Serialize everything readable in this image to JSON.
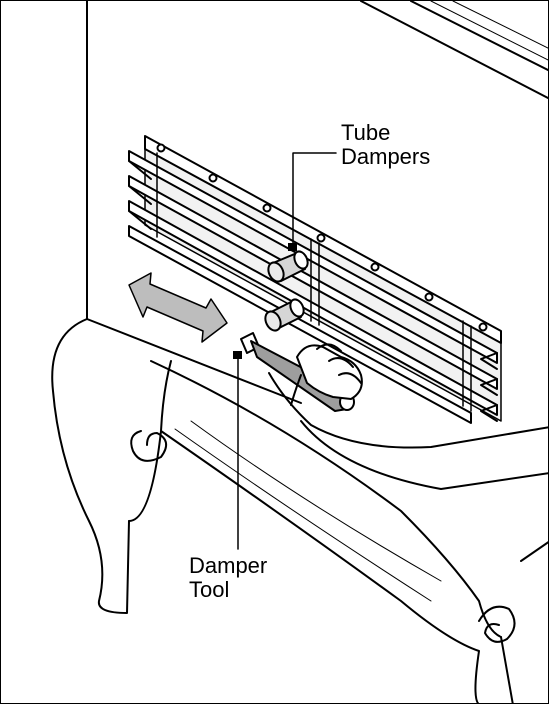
{
  "labels": {
    "tube_dampers": [
      "Tube",
      "Dampers"
    ],
    "damper_tool": [
      "Damper",
      "Tool"
    ]
  },
  "colors": {
    "line": "#000000",
    "background": "#ffffff",
    "arrow_fill": "#bdbdbd",
    "damper_fill": "#d6d6d6",
    "vent_shadow": "#e6e6e6"
  }
}
